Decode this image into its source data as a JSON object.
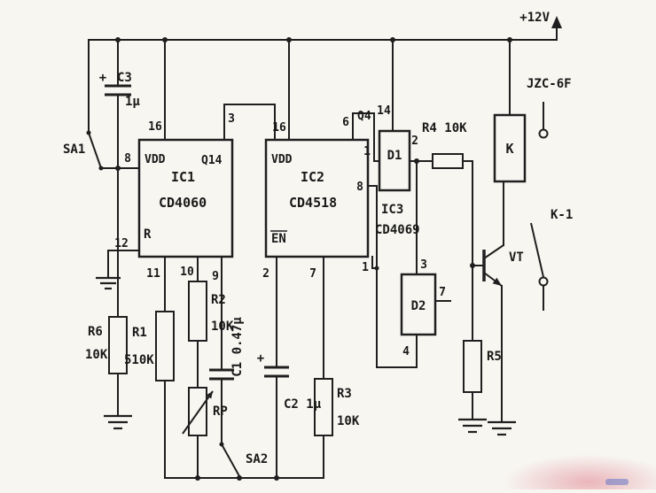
{
  "power": {
    "rail_label": "+12V"
  },
  "relay": {
    "label": "K",
    "model": "JZC-6F",
    "contact_label": "K-1"
  },
  "transistor": {
    "label": "VT"
  },
  "switches": {
    "sa1": "SA1",
    "sa2": "SA2"
  },
  "ic1": {
    "name": "IC1",
    "model": "CD4060",
    "vdd": "VDD",
    "q14": "Q14",
    "reset": "R",
    "pins": {
      "p8": "8",
      "p16": "16",
      "p3": "3",
      "p12": "12",
      "p11": "11",
      "p10": "10",
      "p9": "9"
    }
  },
  "ic2": {
    "name": "IC2",
    "model": "CD4518",
    "vdd": "VDD",
    "en": "EN",
    "q4": "Q4",
    "pins": {
      "p16": "16",
      "p6": "6",
      "p2": "2",
      "p7": "7",
      "p8": "8",
      "p1": "1"
    }
  },
  "ic3": {
    "name": "IC3",
    "model": "CD4069",
    "d1": {
      "label": "D1",
      "pins": {
        "p14": "14",
        "p1": "1",
        "p2": "2"
      }
    },
    "d2": {
      "label": "D2",
      "pins": {
        "p3": "3",
        "p7": "7",
        "p4": "4"
      }
    }
  },
  "resistors": {
    "r1": {
      "label": "R1",
      "value": "510K"
    },
    "r2": {
      "label": "R2",
      "value": "10K"
    },
    "r3": {
      "label": "R3",
      "value": "10K"
    },
    "r4": {
      "label": "R4 10K"
    },
    "r5": {
      "label": "R5"
    },
    "r6": {
      "label": "R6",
      "value": "10K"
    },
    "rp": {
      "label": "RP"
    }
  },
  "capacitors": {
    "c1": {
      "label": "C1 0.47μ"
    },
    "c2": {
      "label": "C2 1μ",
      "polarity": "+"
    },
    "c3": {
      "label": "C3",
      "value": "1μ",
      "polarity": "+"
    }
  }
}
